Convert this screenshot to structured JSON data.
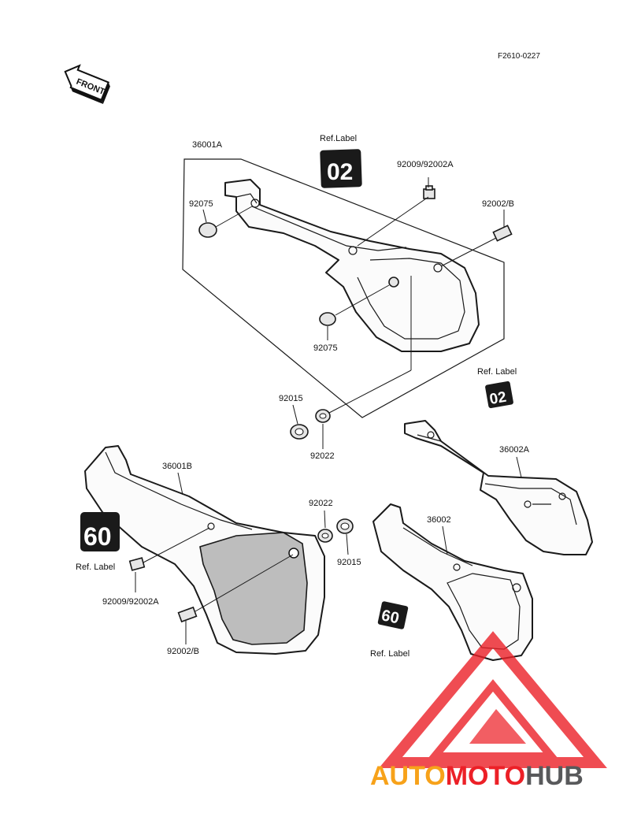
{
  "header": {
    "diagram_code": "F2610-0227",
    "front_arrow_label": "FRONT"
  },
  "callouts": {
    "c36001A": "36001A",
    "ref_label_top": "Ref.Label",
    "n92009_top": "92009/92002A",
    "n92002B_top": "92002/B",
    "n92075_a": "92075",
    "n92075_b": "92075",
    "n92015_a": "92015",
    "n92022_a": "92022",
    "ref_label_right": "Ref. Label",
    "c36002A": "36002A",
    "c36001B": "36001B",
    "n92022_b": "92022",
    "n92015_b": "92015",
    "c36002": "36002",
    "ref_label_left": "Ref. Label",
    "n92009_bottom": "92009/92002A",
    "n92002B_bottom": "92002/B",
    "ref_label_bottom": "Ref. Label"
  },
  "emblems": {
    "top": "02",
    "right": "02",
    "left": "60",
    "bottom": "60"
  },
  "watermark": {
    "part1": "AUTO",
    "part2": "MOTO",
    "part3": "HUB",
    "color_red": "#ec2027",
    "color_yellow": "#f7a21a",
    "color_gray": "#58595b"
  }
}
